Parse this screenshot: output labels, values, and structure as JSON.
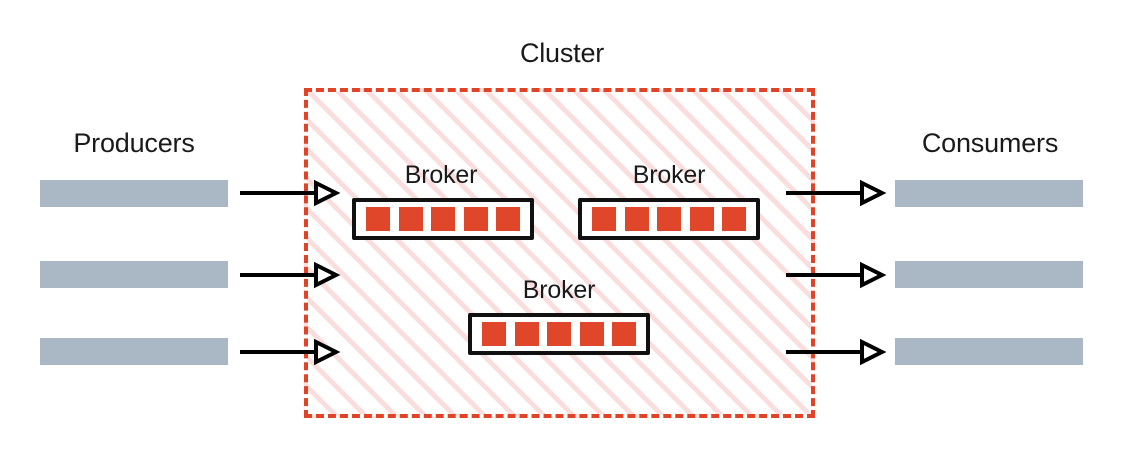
{
  "diagram": {
    "title_cluster": "Cluster",
    "background_color": "#ffffff"
  },
  "colors": {
    "cluster_border": "#e04325",
    "cluster_hatch": "#fadddd",
    "partition_red": "#e0462a",
    "io_bar_gray": "#aab7c4",
    "broker_border": "#111111",
    "arrow_black": "#000000",
    "text": "#1a1a1a"
  },
  "producers": {
    "label": "Producers",
    "bars": [
      {
        "name": "producer-1"
      },
      {
        "name": "producer-2"
      },
      {
        "name": "producer-3"
      }
    ]
  },
  "consumers": {
    "label": "Consumers",
    "bars": [
      {
        "name": "consumer-1"
      },
      {
        "name": "consumer-2"
      },
      {
        "name": "consumer-3"
      }
    ]
  },
  "cluster": {
    "label": "Cluster",
    "brokers": [
      {
        "label": "Broker",
        "partitions": 5
      },
      {
        "label": "Broker",
        "partitions": 5
      },
      {
        "label": "Broker",
        "partitions": 5
      }
    ]
  },
  "arrows": {
    "ingress": [
      {
        "name": "producer-1-to-cluster"
      },
      {
        "name": "producer-2-to-cluster"
      },
      {
        "name": "producer-3-to-cluster"
      }
    ],
    "egress": [
      {
        "name": "cluster-to-consumer-1"
      },
      {
        "name": "cluster-to-consumer-2"
      },
      {
        "name": "cluster-to-consumer-3"
      }
    ]
  }
}
